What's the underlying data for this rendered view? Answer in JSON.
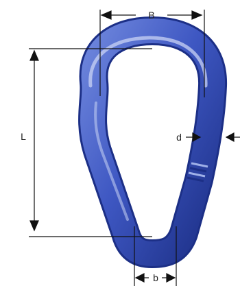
{
  "diagram": {
    "labels": {
      "width_top": "B",
      "length": "L",
      "wire_diameter": "d",
      "width_bottom": "b"
    },
    "colors": {
      "link_dark": "#1c2f86",
      "link_mid": "#3e57c2",
      "link_light": "#c9d3f4",
      "dimension_line": "#111111"
    }
  }
}
